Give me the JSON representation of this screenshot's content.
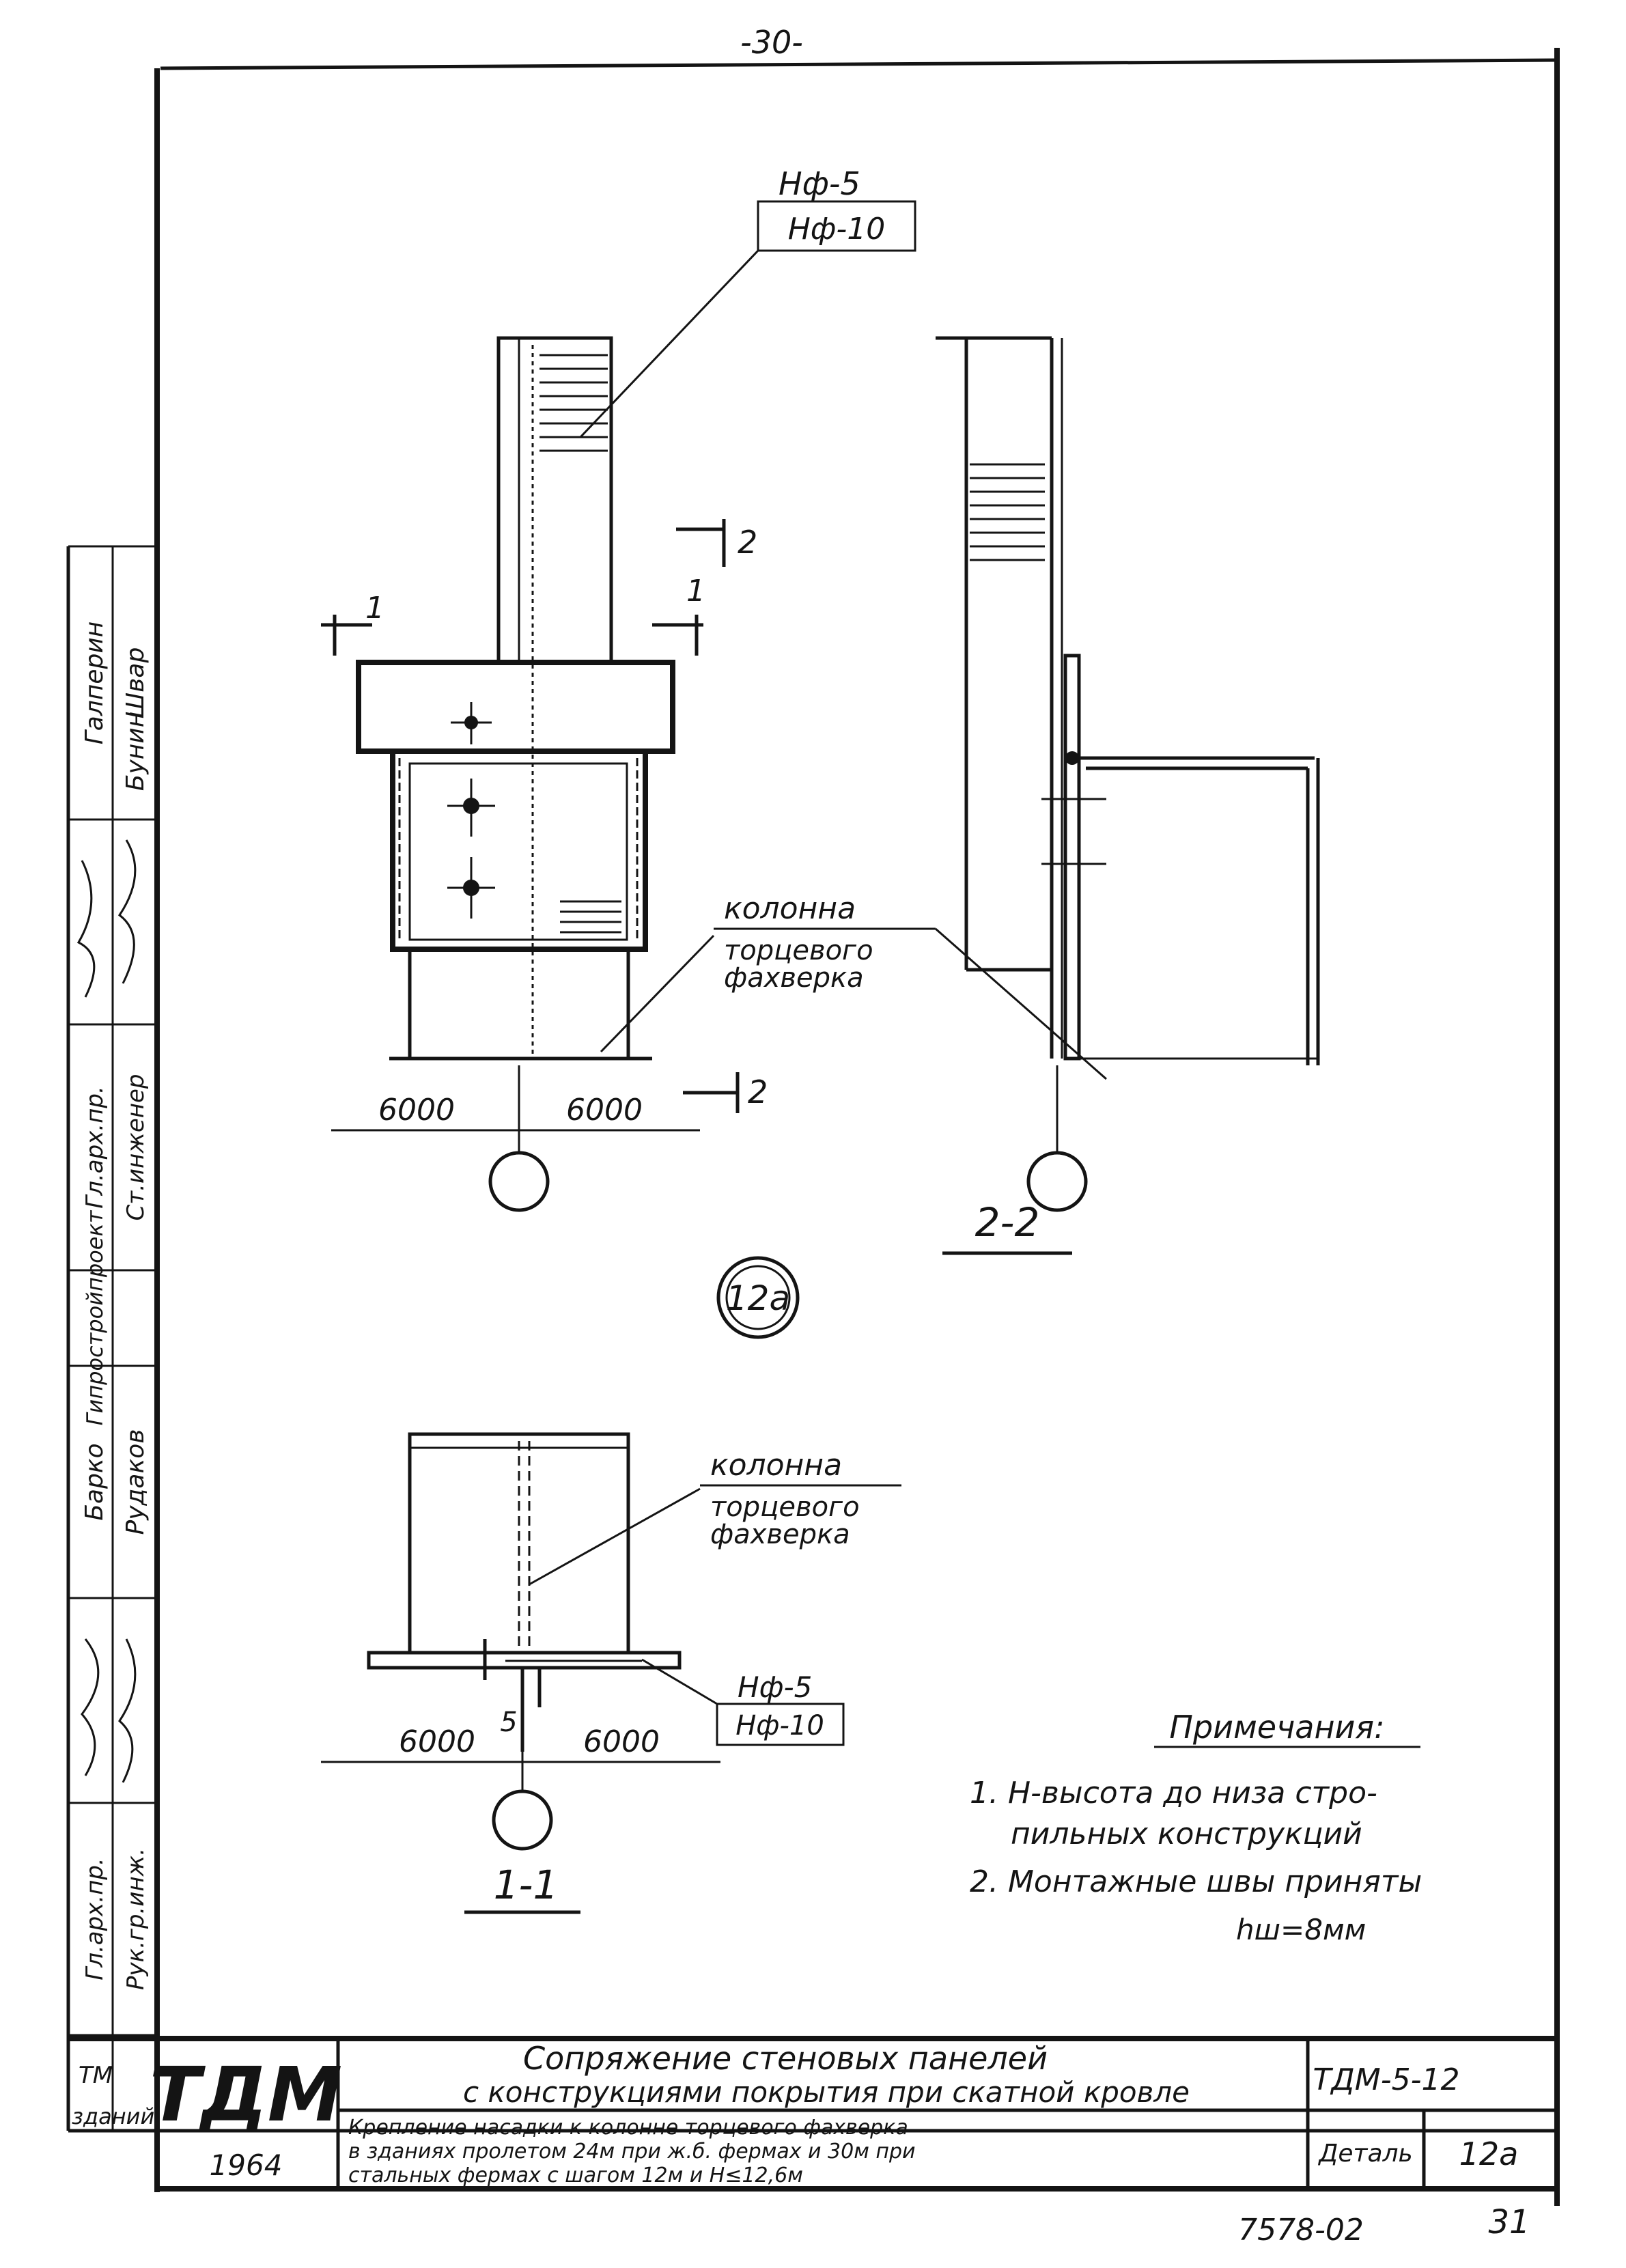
{
  "page_number": "-30-",
  "drawing": {
    "mark_top": "Нф-5",
    "mark_top_boxed": "Нф-10",
    "section_mark_1": "1",
    "section_mark_2": "2",
    "column_label": [
      "колонна",
      "торцевого",
      "фахверка"
    ],
    "dim_left": "6000",
    "dim_right": "6000",
    "node_mark": "12а",
    "view_2_2_label": "2-2",
    "view_1_1_label": "1-1",
    "plan_mark_top": "Нф-5",
    "plan_mark_boxed": "Нф-10",
    "weld_size": "5"
  },
  "notes": {
    "title": "Примечания:",
    "items": [
      "1. Н-высота до низа стро-",
      "пильных конструкций",
      "2. Монтажные швы приняты",
      "hш=8мм"
    ]
  },
  "left_stamp": {
    "signatures": [
      "Галперин",
      "Швар",
      "Бунин",
      "Гл.арх.пр.",
      "Ст.инженер",
      "Гл.арх.пр.",
      "Рук.гр.инж.",
      "Барко",
      "Рудаков"
    ],
    "org": [
      "Гипростройпроект"
    ],
    "labels": [
      "ТМ",
      "зданий"
    ]
  },
  "title_block": {
    "logo": "ТДМ",
    "year": "1964",
    "title_1": "Сопряжение стеновых панелей",
    "title_2": "с конструкциями покрытия при скатной кровле",
    "series": "ТДМ-5-12",
    "desc_1": "Крепление насадки к колонне торцевого фахверка",
    "desc_2": "в зданиях пролетом 24м при ж.б. фермах и 30м при",
    "desc_3": "стальных фермах с шагом 12м и Н≤12,6м",
    "sheet_label": "Деталь",
    "sheet_value": "12а"
  },
  "footer": {
    "code": "7578-02",
    "page": "31"
  }
}
